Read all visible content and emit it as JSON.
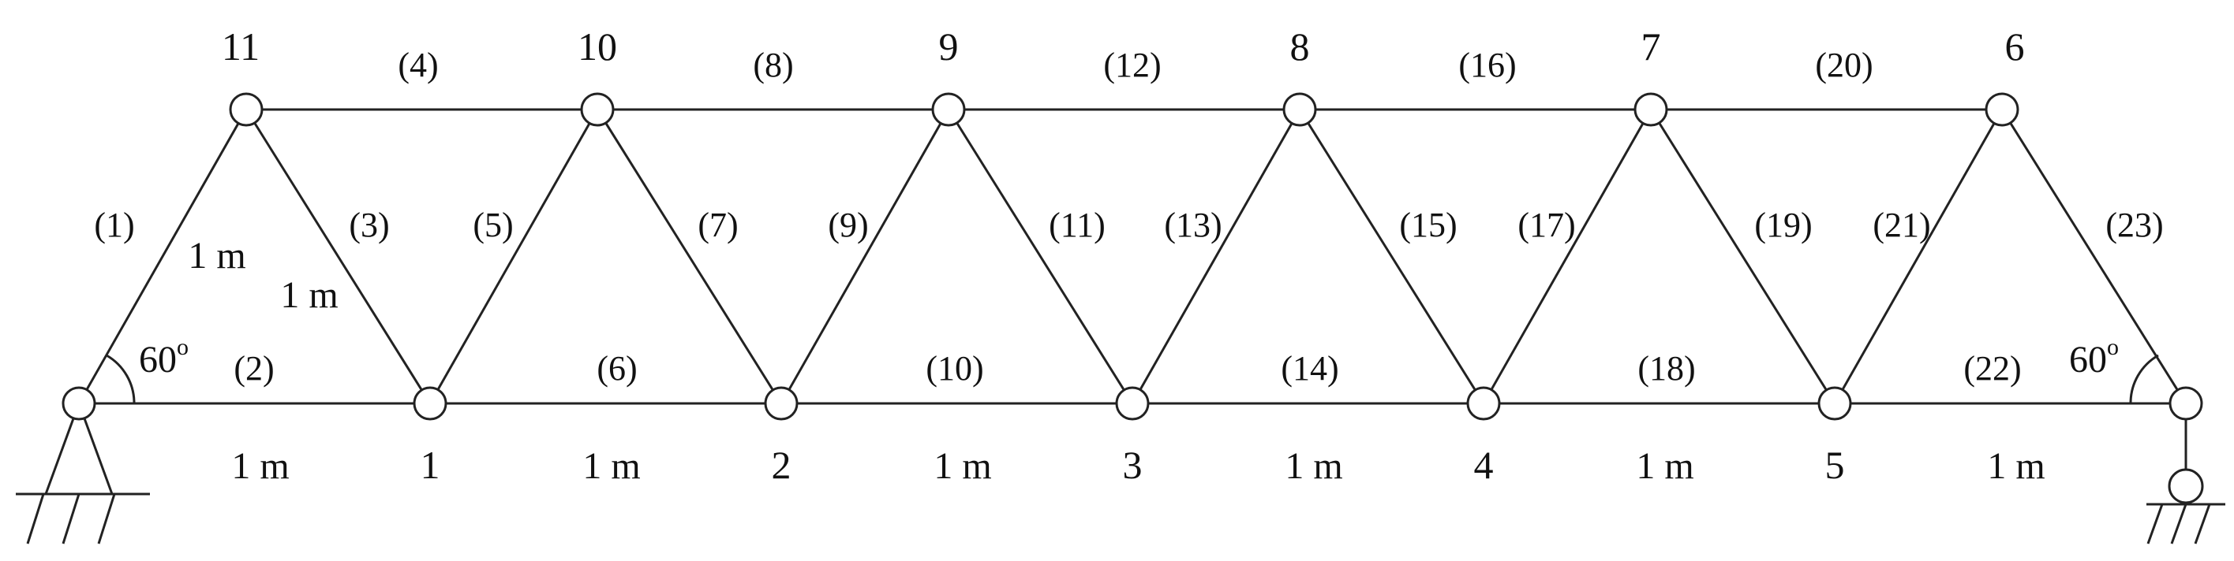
{
  "diagram": {
    "node_labels": [
      "1",
      "2",
      "3",
      "4",
      "5",
      "6",
      "7",
      "8",
      "9",
      "10",
      "11"
    ],
    "member_labels": [
      "(1)",
      "(2)",
      "(3)",
      "(4)",
      "(5)",
      "(6)",
      "(7)",
      "(8)",
      "(9)",
      "(10)",
      "(11)",
      "(12)",
      "(13)",
      "(14)",
      "(15)",
      "(16)",
      "(17)",
      "(18)",
      "(19)",
      "(20)",
      "(21)",
      "(22)",
      "(23)"
    ],
    "bottom_dimension_label": "1 m",
    "diagonal_dimension_label_1": "1 m",
    "diagonal_dimension_label_2": "1 m",
    "angle_left": "60",
    "angle_right": "60",
    "degree_mark": "o"
  }
}
